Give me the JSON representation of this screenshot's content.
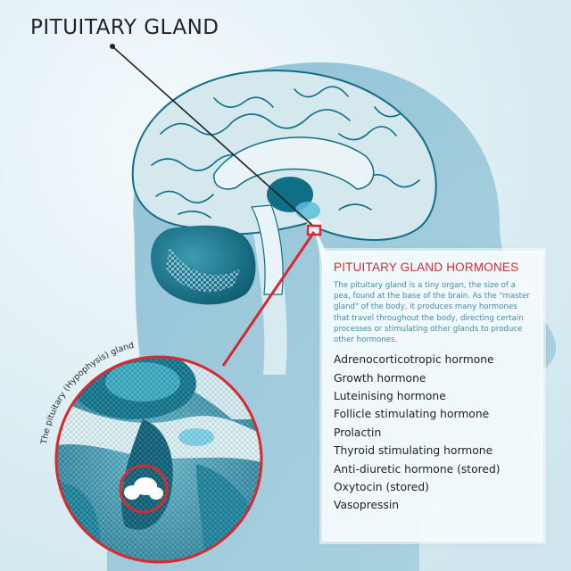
{
  "title": "PITUITARY GLAND",
  "callout_label": "The pituitary (Hypophysis) gland",
  "info_panel": {
    "heading": "PITUITARY GLAND HORMONES",
    "description": "The pituitary gland is a tiny organ, the size of a pea, found at the base of the brain. As the \"master gland\" of the body, it produces many hormones that travel throughout the body, directing certain processes or stimulating other glands to produce other hormones.",
    "hormones": [
      "Adrenocorticotropic hormone",
      "Growth hormone",
      "Luteinising hormone",
      "Follicle stimulating hormone",
      "Prolactin",
      "Thyroid stimulating hormone",
      "Anti-diuretic hormone  (stored)",
      "Oxytocin (stored)",
      "Vasopressin"
    ]
  },
  "colors": {
    "background": "#e6f2f6",
    "head_silhouette": "#9fcbdc",
    "brain": "#d9ebf0",
    "brain_dark": "#0f6f86",
    "accent_red": "#d9282f",
    "pointer_line": "#1c2125"
  }
}
